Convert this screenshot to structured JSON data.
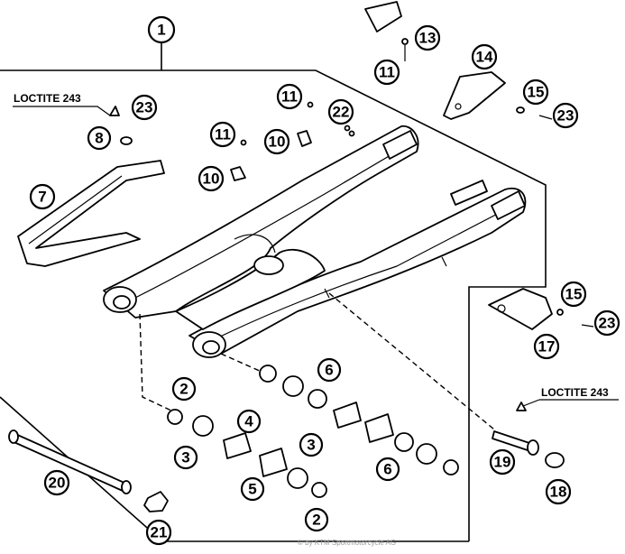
{
  "diagram": {
    "callouts": [
      {
        "n": "1"
      },
      {
        "n": "2"
      },
      {
        "n": "2"
      },
      {
        "n": "3"
      },
      {
        "n": "3"
      },
      {
        "n": "4"
      },
      {
        "n": "5"
      },
      {
        "n": "6"
      },
      {
        "n": "6"
      },
      {
        "n": "7"
      },
      {
        "n": "8"
      },
      {
        "n": "10"
      },
      {
        "n": "10"
      },
      {
        "n": "11"
      },
      {
        "n": "11"
      },
      {
        "n": "11"
      },
      {
        "n": "13"
      },
      {
        "n": "14"
      },
      {
        "n": "15"
      },
      {
        "n": "15"
      },
      {
        "n": "17"
      },
      {
        "n": "18"
      },
      {
        "n": "19"
      },
      {
        "n": "20"
      },
      {
        "n": "21"
      },
      {
        "n": "22"
      },
      {
        "n": "23"
      },
      {
        "n": "23"
      },
      {
        "n": "23"
      }
    ],
    "loctite_labels": [
      "LOCTITE 243",
      "LOCTITE 243"
    ],
    "watermark": "© by KTM Sportmotorcycle AG"
  }
}
